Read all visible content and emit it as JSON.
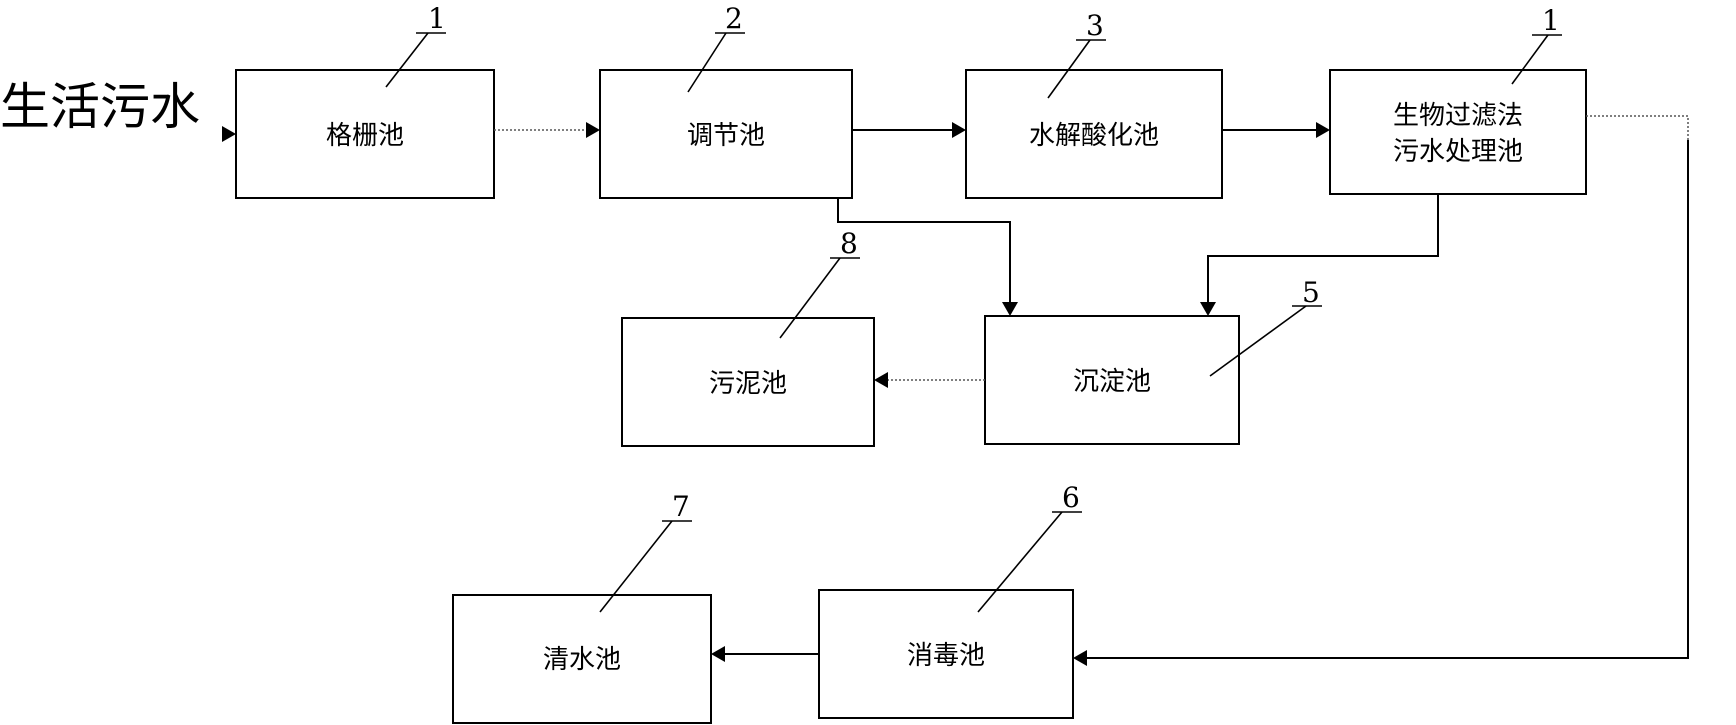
{
  "input_label": "生活污水",
  "units": {
    "grille": {
      "number": "1",
      "label": "格栅池"
    },
    "regulating": {
      "number": "2",
      "label": "调节池"
    },
    "hydrolysis": {
      "number": "3",
      "label": "水解酸化池"
    },
    "biofilter": {
      "number": "1",
      "label_line1": "生物过滤法",
      "label_line2": "污水处理池"
    },
    "sedimentation": {
      "number": "5",
      "label": "沉淀池"
    },
    "disinfection": {
      "number": "6",
      "label": "消毒池"
    },
    "clearwater": {
      "number": "7",
      "label": "清水池"
    },
    "sludge": {
      "number": "8",
      "label": "污泥池"
    }
  }
}
